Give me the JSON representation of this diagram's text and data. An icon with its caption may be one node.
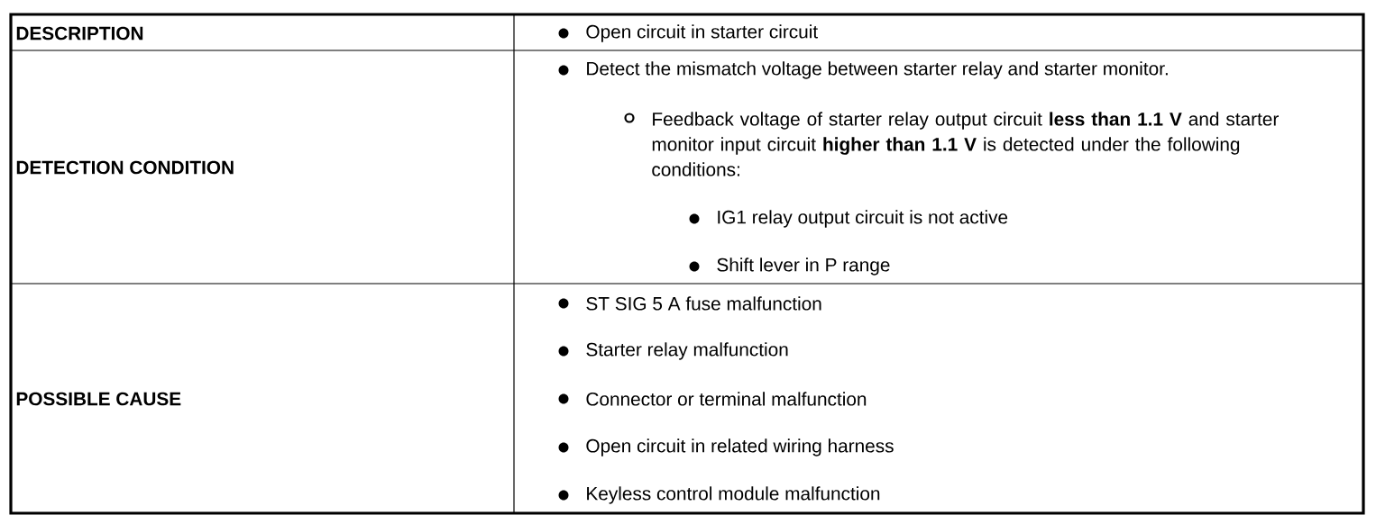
{
  "diagram": {
    "labels": [
      "DESCRIPTION",
      "Open circuit in starter circuit",
      "DETECTION CONDITION",
      "Detect the mismatch voltage between starter relay and starter monitor.",
      "Feedback voltage of starter relay output circuit **less than 1.1 V** and starter monitor input circuit **higher than 1.1 V** is detected under the following conditions:",
      "IG1 relay output circuit is not active",
      "Shift lever in P range",
      "POSSIBLE CAUSE",
      "ST SIG 5 A fuse malfunction",
      "Starter relay malfunction",
      "Connector or terminal malfunction",
      "Open circuit in related wiring harness",
      "Keyless control module malfunction"
    ]
  }
}
